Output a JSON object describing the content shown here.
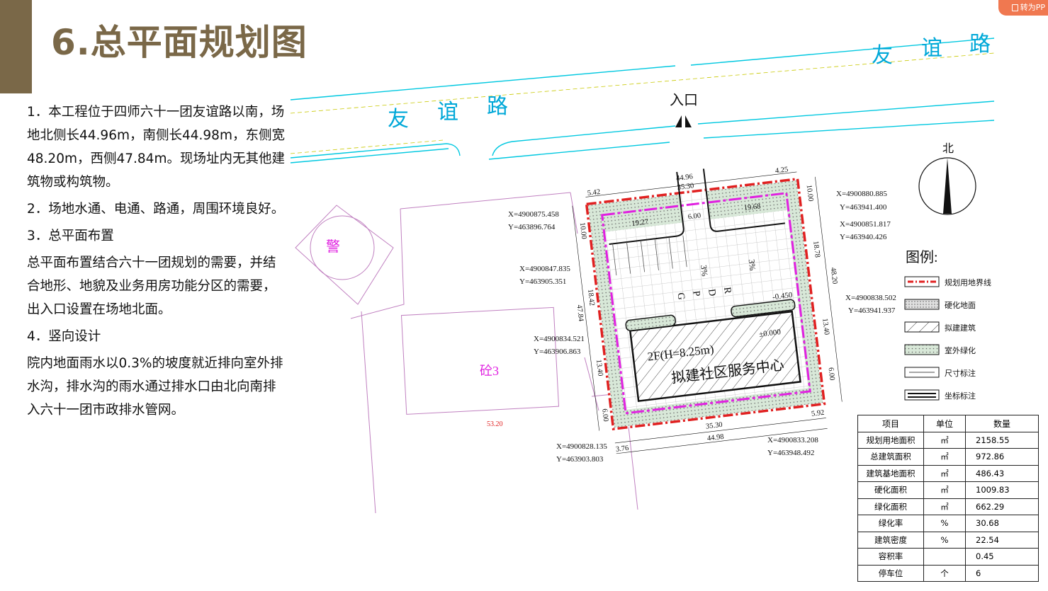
{
  "title": "6.总平面规划图",
  "convert_button": "转为PP",
  "description": [
    "1．本工程位于四师六十一团友谊路以南，场地北侧长44.96m，南侧长44.98m，东侧宽48.20m，西侧47.84m。现场址内无其他建筑物或构筑物。",
    "2．场地水通、电通、路通，周围环境良好。",
    "3．总平面布置",
    "总平面布置结合六十一团规划的需要，并结合地形、地貌及业务用房功能分区的需要，出入口设置在场地北面。",
    "4．竖向设计",
    "院内地面雨水以0.3%的坡度就近排向室外排水沟，排水沟的雨水通过排水口由北向南排入六十一团市政排水管网。"
  ],
  "plan": {
    "road_chars": [
      "友",
      "谊",
      "路"
    ],
    "entrance": "入口",
    "north": "北",
    "police_label": "警",
    "building_label": "砼3",
    "building_dim": "53.20",
    "main_building_floor": "2F(H=8.25m)",
    "main_building_name": "拟建社区服务中心",
    "elevation": "±0.000",
    "side_elevation": "-0.450",
    "slope": "3%",
    "parking_code": [
      "G",
      "P",
      "D",
      "R"
    ],
    "dims": {
      "top_total": "44.96",
      "top_inner": "35.30",
      "top_right": "4.25",
      "top_left": "5.42",
      "gate": "6.00",
      "left_top": "19.27",
      "right_top": "19.68",
      "left_h1": "10.00",
      "left_h2": "18.42",
      "left_total": "47.84",
      "left_h3": "13.40",
      "left_h4": "6.00",
      "right_h1": "10.00",
      "right_h2": "18.78",
      "right_total": "48.20",
      "right_h3": "13.40",
      "right_h4": "6.00",
      "bottom_inner": "35.30",
      "bottom_total": "44.98",
      "bottom_right": "5.92",
      "bottom_left": "3.76"
    },
    "coords": [
      {
        "x": "X=4900880.885",
        "y": "Y=463941.400"
      },
      {
        "x": "X=4900875.458",
        "y": "Y=463896.764"
      },
      {
        "x": "X=4900851.817",
        "y": "Y=463940.426"
      },
      {
        "x": "X=4900847.835",
        "y": "Y=463905.351"
      },
      {
        "x": "X=4900838.502",
        "y": "Y=463941.937"
      },
      {
        "x": "X=4900834.521",
        "y": "Y=463906.863"
      },
      {
        "x": "X=4900833.208",
        "y": "Y=463948.492"
      },
      {
        "x": "X=4900828.135",
        "y": "Y=463903.803"
      }
    ]
  },
  "legend": {
    "title": "图例:",
    "items": [
      "规划用地界线",
      "硬化地面",
      "拟建建筑",
      "室外绿化",
      "尺寸标注",
      "坐标标注"
    ]
  },
  "stats_table": {
    "headers": [
      "项目",
      "单位",
      "数量"
    ],
    "rows": [
      [
        "规划用地面积",
        "㎡",
        "2158.55"
      ],
      [
        "总建筑面积",
        "㎡",
        "972.86"
      ],
      [
        "建筑基地面积",
        "㎡",
        "486.43"
      ],
      [
        "硬化面积",
        "㎡",
        "1009.83"
      ],
      [
        "绿化面积",
        "㎡",
        "662.29"
      ],
      [
        "绿化率",
        "%",
        "30.68"
      ],
      [
        "建筑密度",
        "%",
        "22.54"
      ],
      [
        "容积率",
        "",
        "0.45"
      ],
      [
        "停车位",
        "个",
        "6"
      ]
    ]
  },
  "colors": {
    "brand": "#7a6848",
    "boundary": "#e02020",
    "setback": "#e020e0",
    "road": "#00c8e0",
    "green": "#cfe8cf",
    "paving": "#e8e8e8"
  }
}
